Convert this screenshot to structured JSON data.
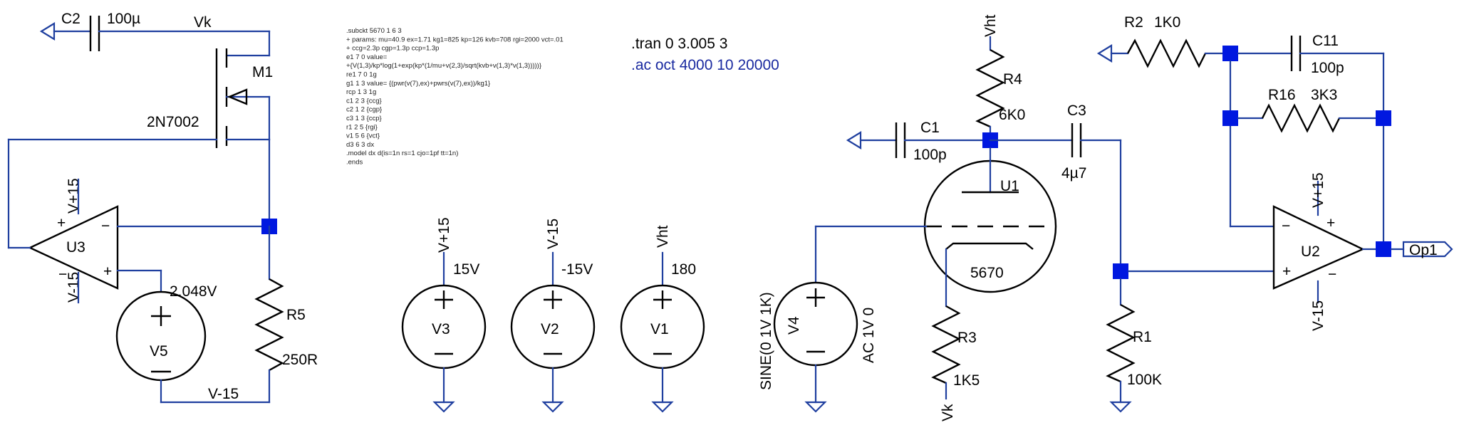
{
  "directives": {
    "tran": ".tran 0 3.005 3",
    "ac": ".ac oct 4000 10 20000"
  },
  "subckt_lines": [
    ".subckt 5670 1 6 3",
    "+ params: mu=40.9 ex=1.71 kg1=825 kp=126 kvb=708 rgi=2000 vct=.01",
    "+ ccg=2.3p cgp=1.3p ccp=1.3p",
    "e1 7 0 value=",
    "+{V(1,3)/kp*log(1+exp(kp*(1/mu+v(2,3)/sqrt(kvb+v(1,3)*v(1,3)))))}",
    "re1 7 0 1g",
    "g1 1 3 value= {(pwr(v(7),ex)+pwrs(v(7),ex))/kg1}",
    "rcp 1 3 1g",
    "c1 2 3 {ccg}",
    "c2 1 2 {cgp}",
    "c3 1 3 {ccp}",
    "r1 2 5 {rgi}",
    "v1 5 6 {vct}",
    "d3 6 3 dx",
    ".model dx d(is=1n rs=1 cjo=1pf tt=1n)",
    ".ends"
  ],
  "left": {
    "c2_name": "C2",
    "c2_value": "100µ",
    "vk_net": "Vk",
    "m1_name": "M1",
    "m1_model": "2N7002",
    "u3_name": "U3",
    "u3_vpos": "V+15",
    "u3_vneg": "V-15",
    "v5_name": "V5",
    "v5_value": "2.048V",
    "r5_name": "R5",
    "r5_value": "250R",
    "vneg_net": "V-15"
  },
  "sources": {
    "v3_name": "V3",
    "v3_net": "V+15",
    "v3_value": "15V",
    "v2_name": "V2",
    "v2_net": "V-15",
    "v2_value": "-15V",
    "v1_name": "V1",
    "v1_net": "Vht",
    "v1_value": "180"
  },
  "tube_stage": {
    "vht_net": "Vht",
    "r4_name": "R4",
    "r4_value": "6K0",
    "c1_name": "C1",
    "c1_value": "100p",
    "c3_name": "C3",
    "c3_value": "4µ7",
    "u1_name": "U1",
    "u1_model": "5670",
    "v4_name": "V4",
    "v4_sine": "SINE(0 1V 1K)",
    "v4_ac": "AC 1V 0",
    "r3_name": "R3",
    "r3_value": "1K5",
    "vk_net": "Vk",
    "r1_name": "R1",
    "r1_value": "100K"
  },
  "output_stage": {
    "r2_name": "R2",
    "r2_value": "1K0",
    "c11_name": "C11",
    "c11_value": "100p",
    "r16_name": "R16",
    "r16_value": "3K3",
    "u2_name": "U2",
    "u2_vpos": "V+15",
    "u2_vneg": "V-15",
    "op1_label": "Op1"
  }
}
